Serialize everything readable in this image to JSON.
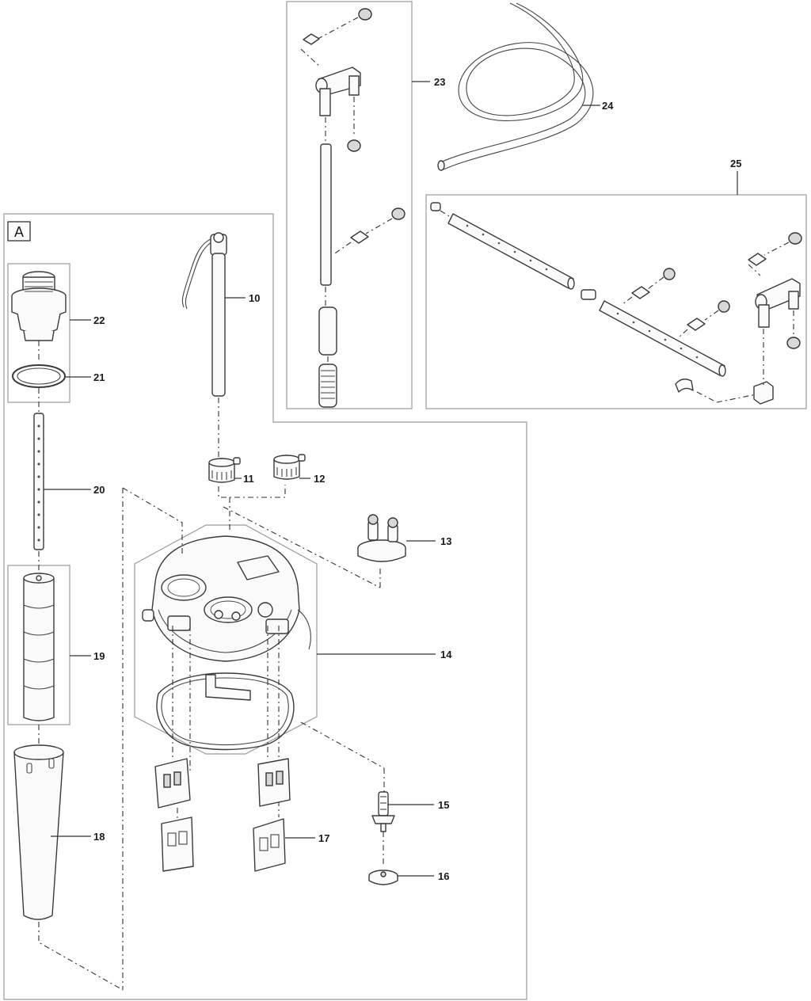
{
  "section_label": "A",
  "callouts": {
    "c10": "10",
    "c11": "11",
    "c12": "12",
    "c13": "13",
    "c14": "14",
    "c15": "15",
    "c16": "16",
    "c17": "17",
    "c18": "18",
    "c19": "19",
    "c20": "20",
    "c21": "21",
    "c22": "22",
    "c23": "23",
    "c24": "24",
    "c25": "25"
  }
}
